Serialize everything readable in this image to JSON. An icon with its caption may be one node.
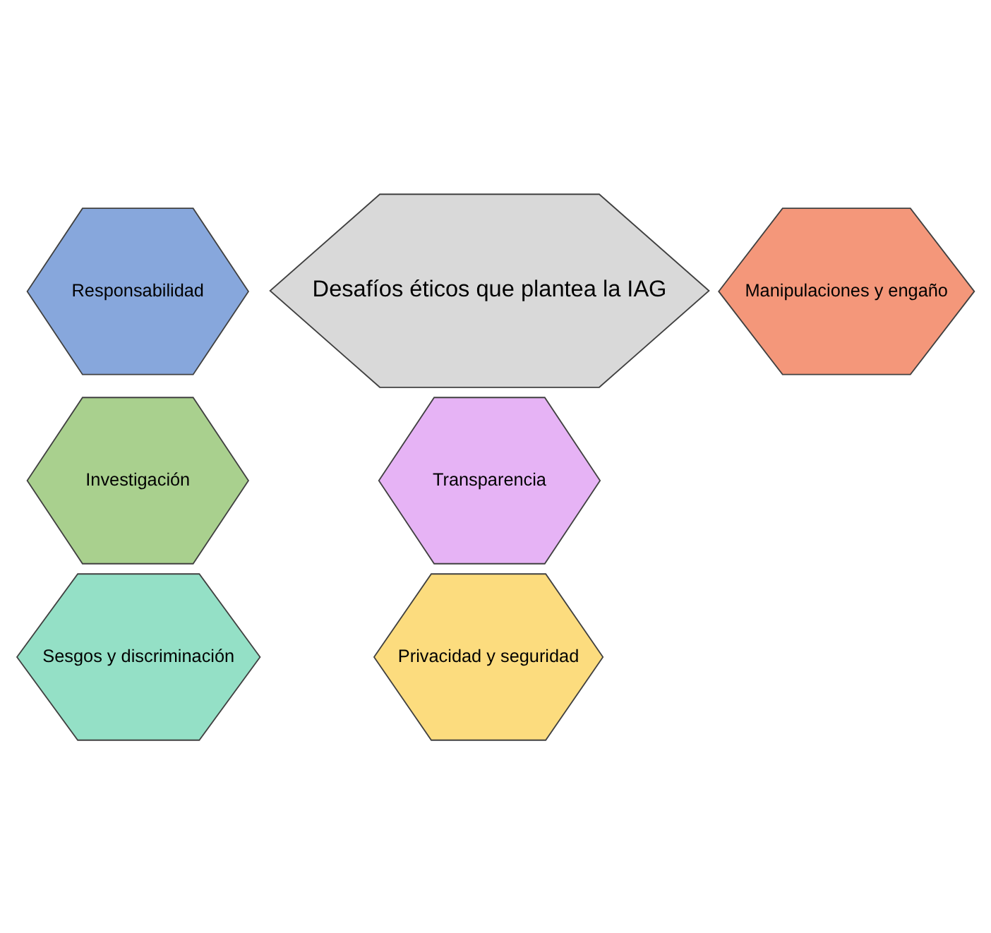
{
  "diagram": {
    "nodes": [
      {
        "text": [
          "Responsabilidad"
        ]
      },
      {
        "text": [
          "Investigación"
        ]
      },
      {
        "text": [
          "Sesgos y discriminación"
        ]
      },
      {
        "text": [
          "Desafíos éticos que plantea la IAG"
        ]
      },
      {
        "text": [
          "Transparencia"
        ]
      },
      {
        "text": [
          "Privacidad y seguridad"
        ]
      },
      {
        "text": [
          "Manipulaciones y engaño"
        ]
      }
    ]
  }
}
